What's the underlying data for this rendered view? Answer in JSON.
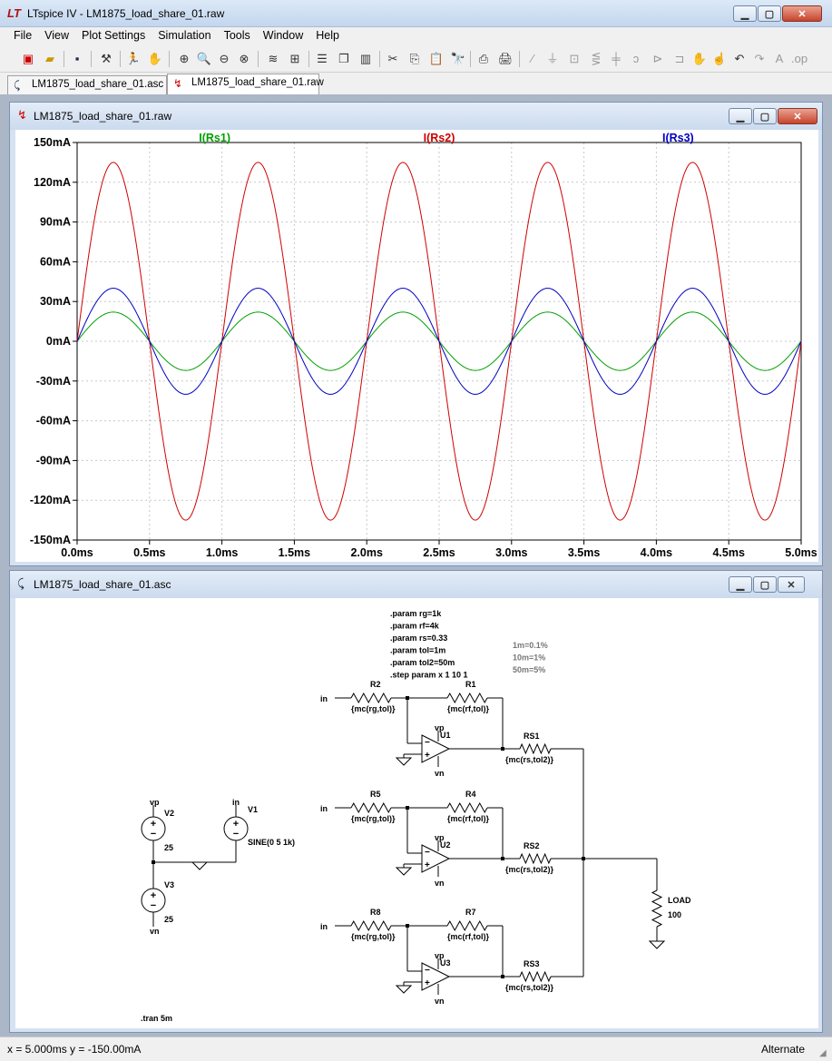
{
  "app": {
    "title": "LTspice IV - LM1875_load_share_01.raw"
  },
  "menu": [
    "File",
    "View",
    "Plot Settings",
    "Simulation",
    "Tools",
    "Window",
    "Help"
  ],
  "tabs": [
    {
      "label": "LM1875_load_share_01.asc",
      "icon": "schematic-icon",
      "active": false
    },
    {
      "label": "LM1875_load_share_01.raw",
      "icon": "waveform-icon",
      "active": true
    }
  ],
  "plot_window": {
    "title": "LM1875_load_share_01.raw"
  },
  "schematic_window": {
    "title": "LM1875_load_share_01.asc"
  },
  "chart_data": {
    "type": "line",
    "x_unit": "ms",
    "y_unit": "mA",
    "xlim": [
      0,
      5
    ],
    "ylim": [
      -150,
      150
    ],
    "x_ticks": [
      "0.0ms",
      "0.5ms",
      "1.0ms",
      "1.5ms",
      "2.0ms",
      "2.5ms",
      "3.0ms",
      "3.5ms",
      "4.0ms",
      "4.5ms",
      "5.0ms"
    ],
    "y_ticks": [
      "150mA",
      "120mA",
      "90mA",
      "60mA",
      "30mA",
      "0mA",
      "-30mA",
      "-60mA",
      "-90mA",
      "-120mA",
      "-150mA"
    ],
    "grid": true,
    "frequency_khz": 1,
    "series": [
      {
        "name": "I(Rs1)",
        "color": "#00a000",
        "amplitude": 22
      },
      {
        "name": "I(Rs2)",
        "color": "#d00000",
        "amplitude": 135
      },
      {
        "name": "I(Rs3)",
        "color": "#0000c0",
        "amplitude": 40
      }
    ]
  },
  "schematic": {
    "directives": [
      ".param rg=1k",
      ".param rf=4k",
      ".param rs=0.33",
      ".param tol=1m",
      ".param tol2=50m",
      ".step param x 1 10 1"
    ],
    "notes": [
      "1m=0.1%",
      "10m=1%",
      "50m=5%"
    ],
    "tran": ".tran 5m",
    "stages": [
      {
        "rg": "R2",
        "rf": "R1",
        "u": "U1",
        "rs": "RS1"
      },
      {
        "rg": "R5",
        "rf": "R4",
        "u": "U2",
        "rs": "RS2"
      },
      {
        "rg": "R8",
        "rf": "R7",
        "u": "U3",
        "rs": "RS3"
      }
    ],
    "rg_value": "{mc(rg,tol)}",
    "rf_value": "{mc(rf,tol)}",
    "rs_value": "{mc(rs,tol2)}",
    "net_in": "in",
    "net_vp": "vp",
    "net_vn": "vn",
    "v2": {
      "name": "V2",
      "value": "25"
    },
    "v3": {
      "name": "V3",
      "value": "25"
    },
    "v1": {
      "name": "V1",
      "value": "SINE(0 5 1k)"
    },
    "load": {
      "name": "LOAD",
      "value": "100"
    }
  },
  "status": {
    "cursor": "x = 5.000ms    y = -150.00mA",
    "mode": "Alternate"
  }
}
